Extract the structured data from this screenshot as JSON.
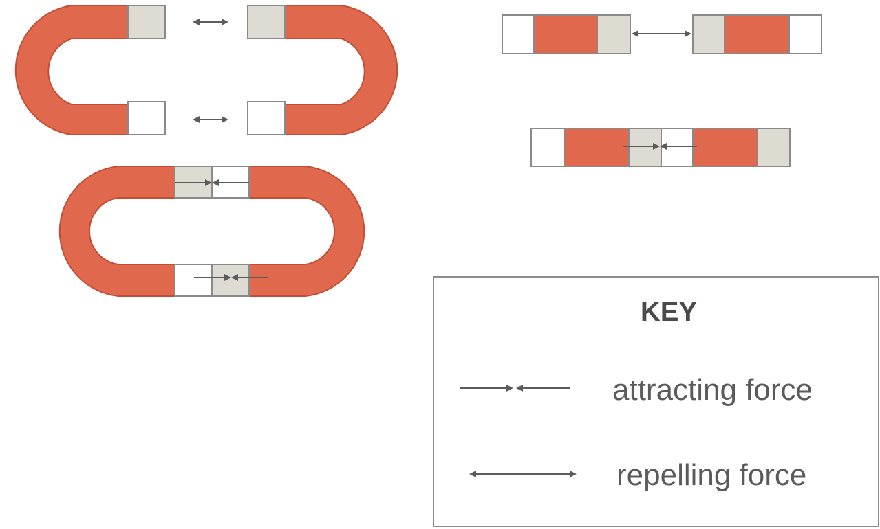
{
  "colors": {
    "magnet_body": "#e0694d",
    "magnet_outline": "#c24d35",
    "pole_shaded": "#dedbd3",
    "pole_white": "#ffffff",
    "pole_outline": "#8a8a8a",
    "arrow": "#5b5b5b",
    "key_border": "#8c8c8c"
  },
  "key": {
    "title": "KEY",
    "attracting_label": "attracting force",
    "repelling_label": "repelling force",
    "attracting_icon": "attracting-arrows-icon",
    "repelling_icon": "repelling-arrow-icon"
  },
  "panels": [
    {
      "id": "horseshoes-apart",
      "magnets": "two horseshoe magnets",
      "force": "repelling"
    },
    {
      "id": "horseshoes-joined",
      "magnets": "two horseshoe magnets",
      "force": "attracting"
    },
    {
      "id": "bars-apart",
      "magnets": "two bar magnets",
      "force": "repelling"
    },
    {
      "id": "bars-joined",
      "magnets": "two bar magnets",
      "force": "attracting"
    }
  ]
}
